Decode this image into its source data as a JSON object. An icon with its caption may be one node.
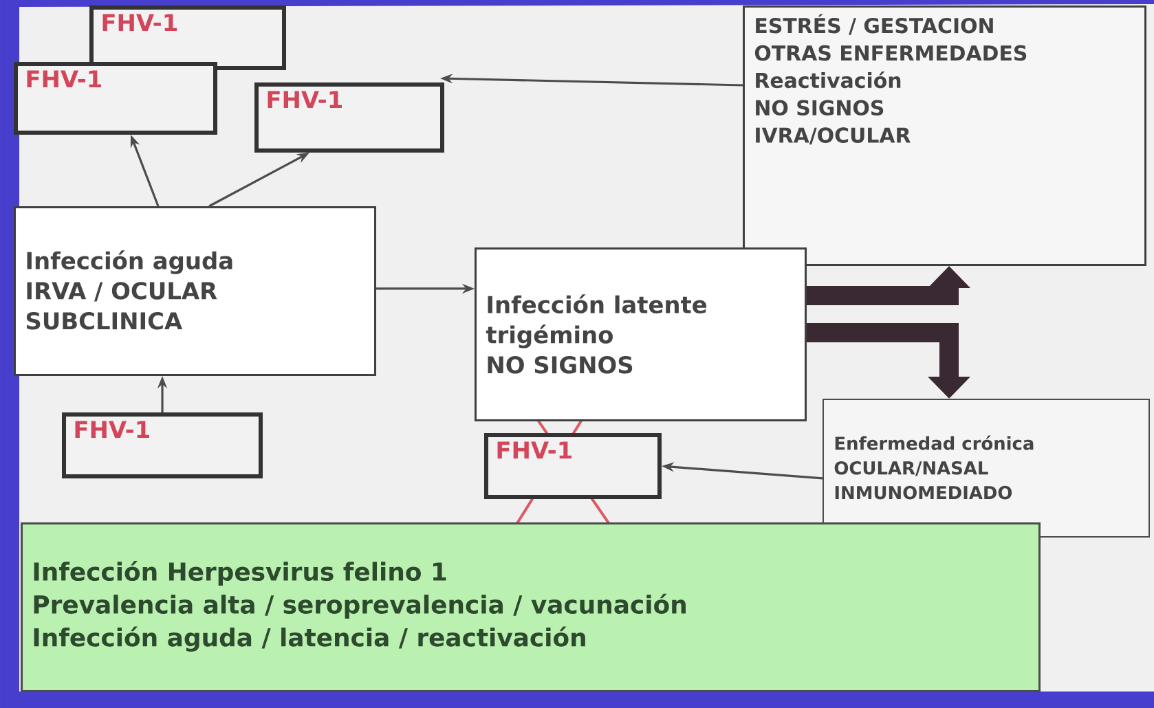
{
  "diagram": {
    "nodes": [
      {
        "text": [
          "FHV-1"
        ]
      },
      {
        "text": [
          "FHV-1"
        ]
      },
      {
        "text": [
          "FHV-1"
        ]
      },
      {
        "text": [
          "ESTRÉS / GESTACION",
          "OTRAS ENFERMEDADES",
          "Reactivación",
          "NO SIGNOS",
          "IVRA/OCULAR"
        ]
      },
      {
        "text": [
          "Infección aguda",
          "IRVA / OCULAR",
          "SUBCLINICA"
        ]
      },
      {
        "text": [
          "Infección latente",
          "trigémino",
          "NO SIGNOS"
        ]
      },
      {
        "text": [
          "FHV-1"
        ]
      },
      {
        "text": [
          "FHV-1"
        ]
      },
      {
        "text": [
          "Enfermedad crónica",
          "OCULAR/NASAL",
          "INMUNOMEDIADO"
        ]
      },
      {
        "text": [
          "Infección Herpesvirus felino 1",
          "Prevalencia alta / seroprevalencia / vacunación",
          "Infección aguda / latencia / reactivación"
        ]
      }
    ],
    "edges": [
      {
        "from": 4,
        "to": 1,
        "arrow": "to"
      },
      {
        "from": 4,
        "to": 2,
        "arrow": "to"
      },
      {
        "from": 3,
        "to": 2,
        "arrow": "to"
      },
      {
        "from": 6,
        "to": 4,
        "arrow": "to"
      },
      {
        "from": 4,
        "to": 5,
        "arrow": "to"
      },
      {
        "from": 5,
        "to": 3,
        "arrow": "to",
        "style": "thick"
      },
      {
        "from": 5,
        "to": 8,
        "arrow": "to",
        "style": "thick"
      },
      {
        "from": 8,
        "to": 7,
        "arrow": "to"
      }
    ]
  }
}
